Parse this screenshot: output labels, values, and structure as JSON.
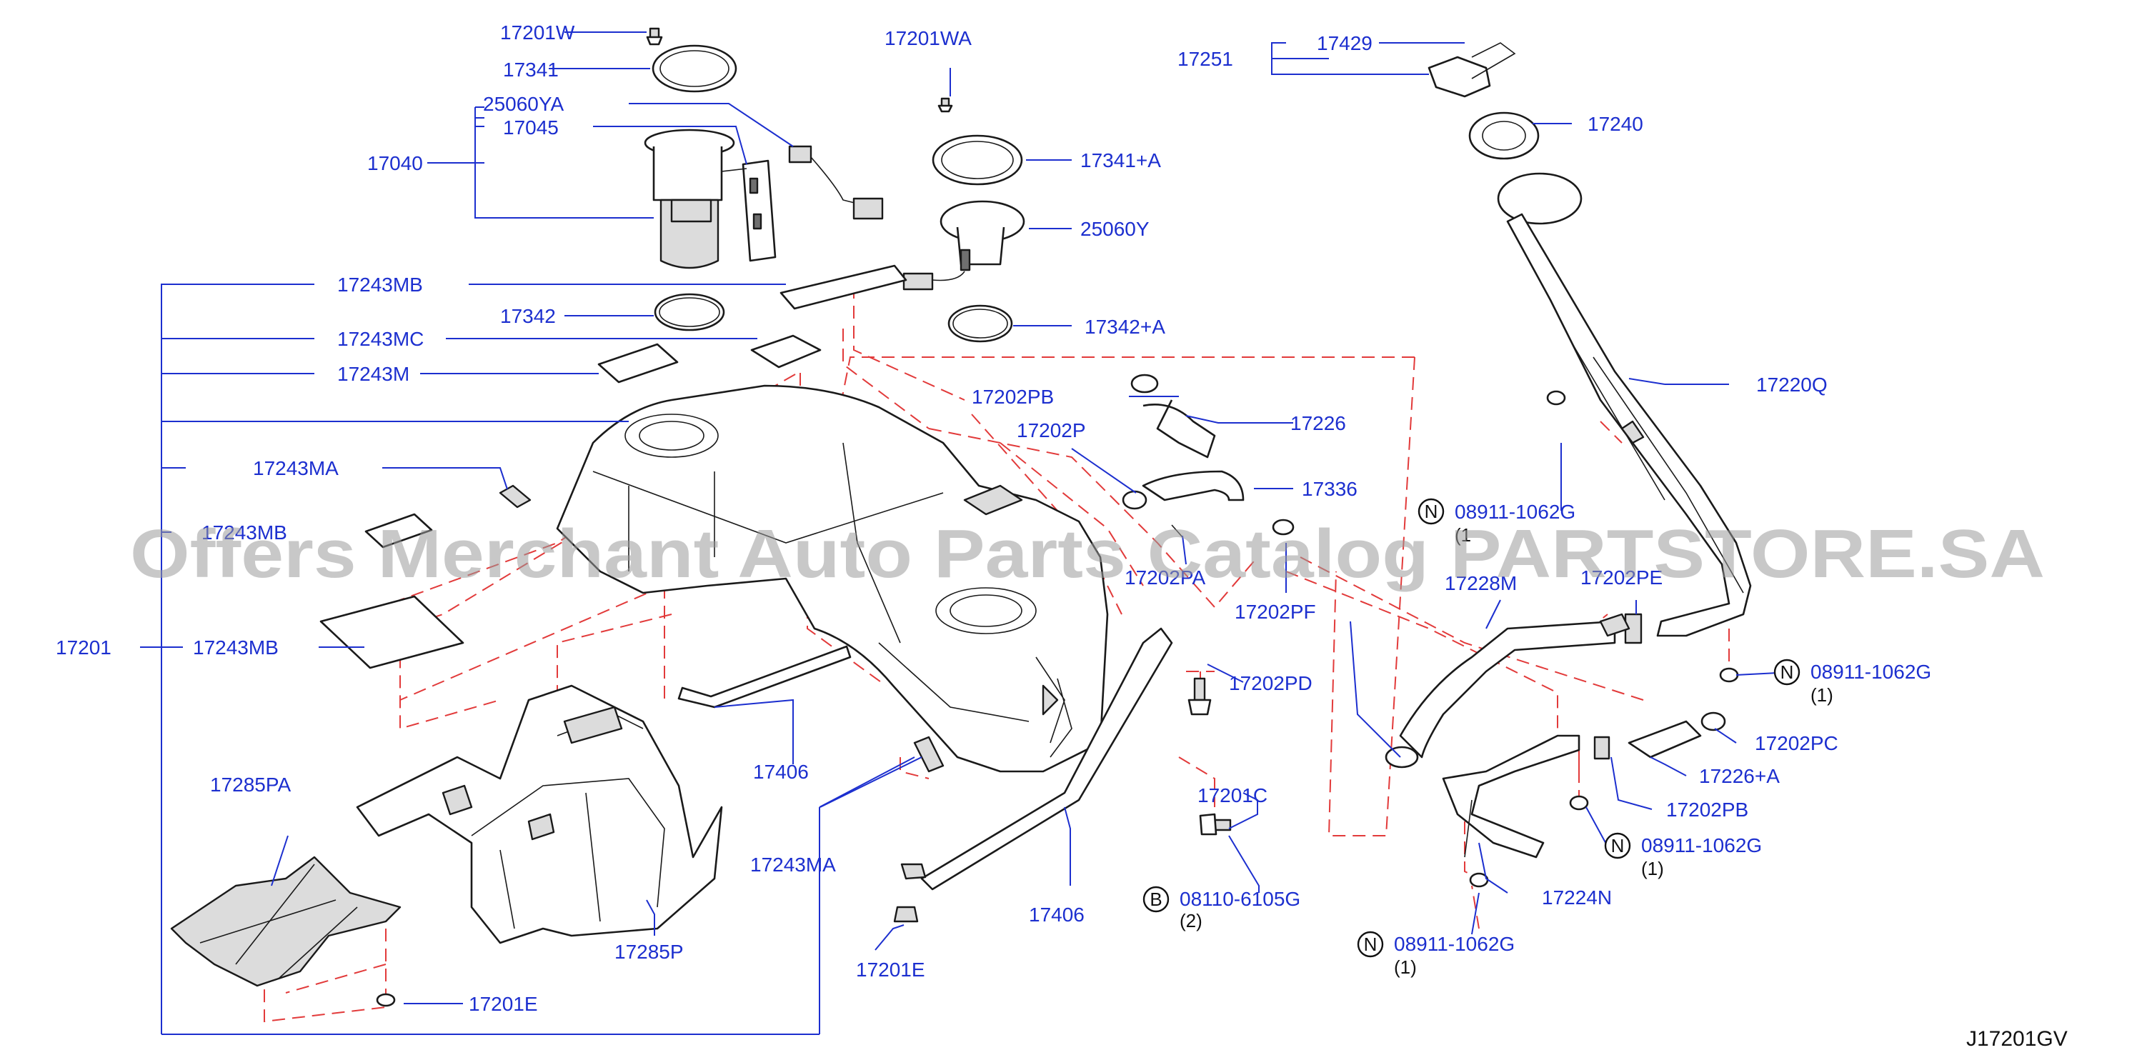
{
  "diagram_code": "J17201GV",
  "watermark": "Offers Merchant Auto Parts Catalog PARTSTORE.SA",
  "labels": {
    "p17201W": "17201W",
    "p17341": "17341",
    "p25060YA": "25060YA",
    "p17045": "17045",
    "p17040": "17040",
    "p17201WA": "17201WA",
    "p17341A": "17341+A",
    "p25060Y": "25060Y",
    "p17243MB_1": "17243MB",
    "p17342": "17342",
    "p17342A": "17342+A",
    "p17243MC": "17243MC",
    "p17243M": "17243M",
    "p17243MA_1": "17243MA",
    "p17243MB_2": "17243MB",
    "p17201": "17201",
    "p17243MB_3": "17243MB",
    "p17251": "17251",
    "p17429": "17429",
    "p17240": "17240",
    "p17220Q": "17220Q",
    "p17202PB_1": "17202PB",
    "p17226": "17226",
    "p17202P": "17202P",
    "p17336": "17336",
    "p17202PA": "17202PA",
    "p17202PF": "17202PF",
    "p17228M": "17228M",
    "p17202PE": "17202PE",
    "p17202PD": "17202PD",
    "p17202PC": "17202PC",
    "p17226A": "17226+A",
    "p17202PB_2": "17202PB",
    "p17224N": "17224N",
    "p17406_1": "17406",
    "p17406_2": "17406",
    "p17243MA_2": "17243MA",
    "p17201C": "17201C",
    "p17201E_1": "17201E",
    "p17201E_2": "17201E",
    "p17285PA": "17285PA",
    "p17285P": "17285P"
  },
  "callouts": [
    {
      "symbol": "N",
      "part": "08911-1062G",
      "qty": "(1"
    },
    {
      "symbol": "N",
      "part": "08911-1062G",
      "qty": "(1)"
    },
    {
      "symbol": "N",
      "part": "08911-1062G",
      "qty": "(1)"
    },
    {
      "symbol": "N",
      "part": "08911-1062G",
      "qty": "(1)"
    },
    {
      "symbol": "B",
      "part": "08110-6105G",
      "qty": "(2)"
    }
  ]
}
